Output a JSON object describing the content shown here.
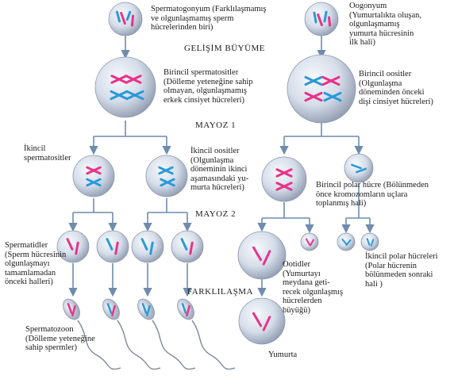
{
  "stages": {
    "growth": "GELİŞİM BÜYÜME",
    "meiosis1": "MAYOZ 1",
    "meiosis2": "MAYOZ 2",
    "differentiation": "FARKLILAŞMA"
  },
  "labels": {
    "spermatogonium": "Spermatogonyum (Farklılaşmamış\nve olgunlaşmamış sperm\nhücrelerinden biri)",
    "oogonium": "Oogonyum\n(Yumurtalıkta oluşan,\nolgunlaşmamış\nyumurta hücresinin\nilk hali)",
    "primary_spermatocyte": "Birincil spermatositler\n(Dölleme yeteneğine sahip\nolmayan, olgunlaşmamış\nerkek cinsiyet hücreleri)",
    "primary_oocyte": "Birincil oositler\n(Olgunlaşma\ndöneminden önceki\ndişi cinsiyet hücreleri)",
    "secondary_spermatocytes": "İkincil\nspermatositler",
    "secondary_oocytes": "İkincil oositler\n(Olgunlaşma\ndöneminin ikinci\naşamasındaki yu-\nmurta hücreleri)",
    "first_polar_body": "Birincil polar hücre (Bölünmeden\nönce kromozomların uçlara\ntoplanmış hali)",
    "spermatids": "Spermatidler\n(Sperm hücresinin\nolgunlaşmayı\ntamamlamadan\nönceki halleri)",
    "ootids": "Ootidler\n(Yumurtayı\nmeydana geti-\nrecek olgunlaşmış\nhücrelerden\nbüyüğü)",
    "second_polar_bodies": "İkincil polar hücreleri\n(Polar hücrenin\nbölünmeden sonraki\nhali )",
    "spermatozoa": "Spermatozoon\n(Dölleme yeteneğine\nsahip spermler)",
    "ovum": "Yumurta"
  },
  "colors": {
    "cell_light": "#eef2f8",
    "cell_dark": "#9aa6bb",
    "arrow": "#6f8cae",
    "chrom_pink": "#e8338a",
    "chrom_blue": "#2a9ad8"
  }
}
